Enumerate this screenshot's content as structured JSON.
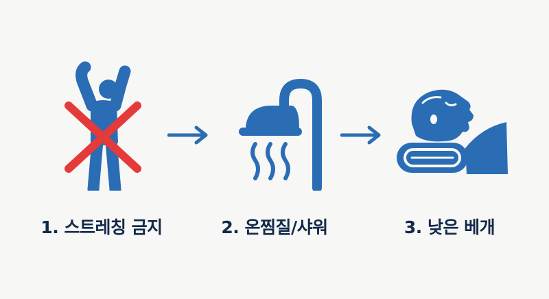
{
  "colors": {
    "icon_blue": "#2a6db5",
    "cross_red": "#e53a3a",
    "label_navy": "#13294a",
    "background": "#f7f7f5"
  },
  "steps": [
    {
      "label": "1. 스트레칭 금지",
      "icon": "stretching-prohibited-icon"
    },
    {
      "label": "2. 온찜질/샤워",
      "icon": "shower-icon"
    },
    {
      "label": "3. 낮은 베개",
      "icon": "low-pillow-sleeping-icon"
    }
  ],
  "arrows": [
    "arrow-right-icon",
    "arrow-right-icon"
  ]
}
